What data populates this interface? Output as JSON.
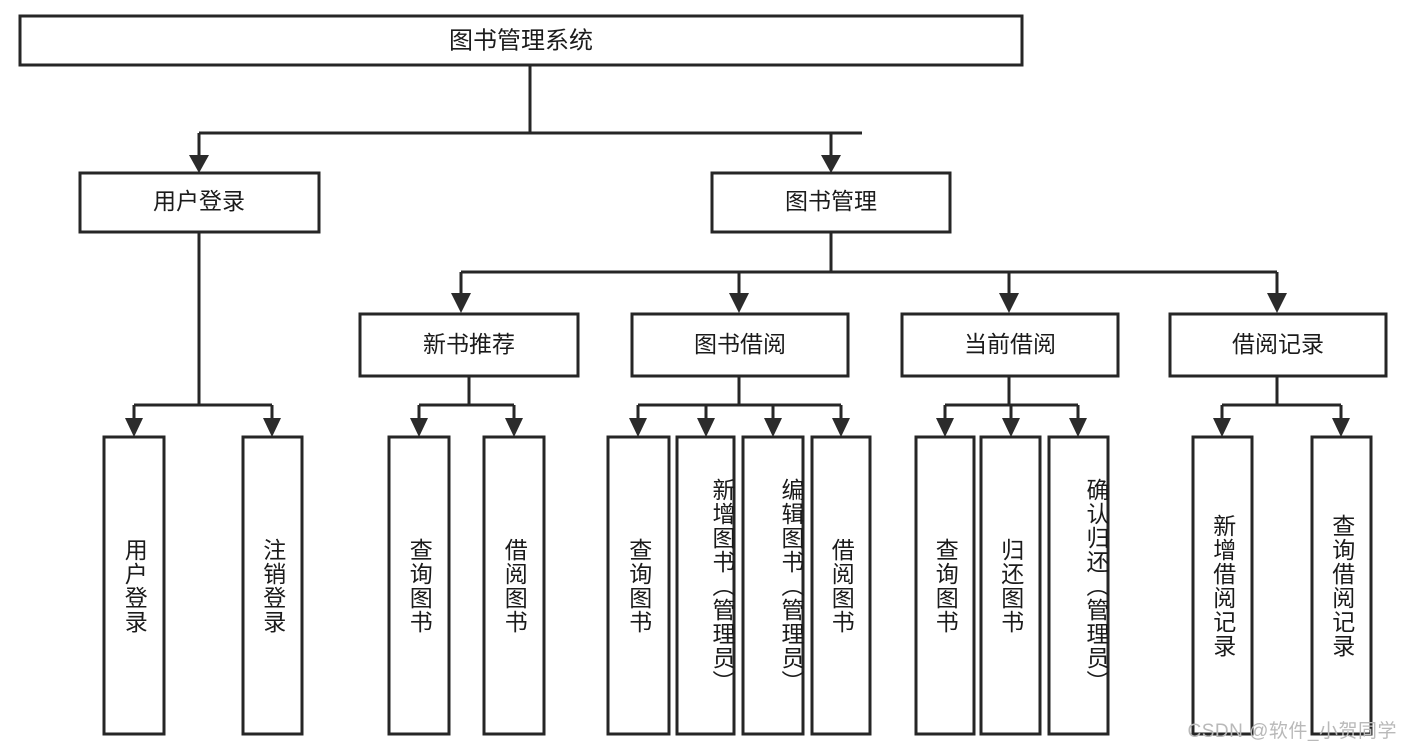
{
  "diagram": {
    "title": "图书管理系统",
    "type": "tree",
    "watermark": "CSDN @软件_小贺同学",
    "colors": {
      "background": "#ffffff",
      "box_stroke": "#262626",
      "box_fill": "#ffffff",
      "text": "#1b1b1b",
      "watermark": "#b9b9b9"
    },
    "levels": [
      {
        "level": 1,
        "nodes": [
          {
            "id": "root",
            "label": "图书管理系统",
            "orientation": "horizontal"
          }
        ]
      },
      {
        "level": 2,
        "nodes": [
          {
            "id": "login",
            "label": "用户登录",
            "orientation": "horizontal",
            "parent": "root"
          },
          {
            "id": "bookmgmt",
            "label": "图书管理",
            "orientation": "horizontal",
            "parent": "root"
          }
        ]
      },
      {
        "level": 3,
        "nodes": [
          {
            "id": "newbook",
            "label": "新书推荐",
            "orientation": "horizontal",
            "parent": "bookmgmt"
          },
          {
            "id": "borrow",
            "label": "图书借阅",
            "orientation": "horizontal",
            "parent": "bookmgmt"
          },
          {
            "id": "current",
            "label": "当前借阅",
            "orientation": "horizontal",
            "parent": "bookmgmt"
          },
          {
            "id": "records",
            "label": "借阅记录",
            "orientation": "horizontal",
            "parent": "bookmgmt"
          }
        ]
      },
      {
        "level": 4,
        "nodes": [
          {
            "id": "leaf1",
            "label": "用户登录",
            "orientation": "vertical",
            "parent": "login"
          },
          {
            "id": "leaf2",
            "label": "注销登录",
            "orientation": "vertical",
            "parent": "login"
          },
          {
            "id": "leaf3",
            "label": "查询图书",
            "orientation": "vertical",
            "parent": "newbook"
          },
          {
            "id": "leaf4",
            "label": "借阅图书",
            "orientation": "vertical",
            "parent": "newbook"
          },
          {
            "id": "leaf5",
            "label": "查询图书",
            "orientation": "vertical",
            "parent": "borrow"
          },
          {
            "id": "leaf6",
            "label": "新增图书（管理员）",
            "orientation": "vertical",
            "parent": "borrow"
          },
          {
            "id": "leaf7",
            "label": "编辑图书（管理员）",
            "orientation": "vertical",
            "parent": "borrow"
          },
          {
            "id": "leaf8",
            "label": "借阅图书",
            "orientation": "vertical",
            "parent": "borrow"
          },
          {
            "id": "leaf9",
            "label": "查询图书",
            "orientation": "vertical",
            "parent": "current"
          },
          {
            "id": "leaf10",
            "label": "归还图书",
            "orientation": "vertical",
            "parent": "current"
          },
          {
            "id": "leaf11",
            "label": "确认归还（管理员）",
            "orientation": "vertical",
            "parent": "current"
          },
          {
            "id": "leaf12",
            "label": "新增借阅记录",
            "orientation": "vertical",
            "parent": "records"
          },
          {
            "id": "leaf13",
            "label": "查询借阅记录",
            "orientation": "vertical",
            "parent": "records"
          }
        ]
      }
    ]
  }
}
